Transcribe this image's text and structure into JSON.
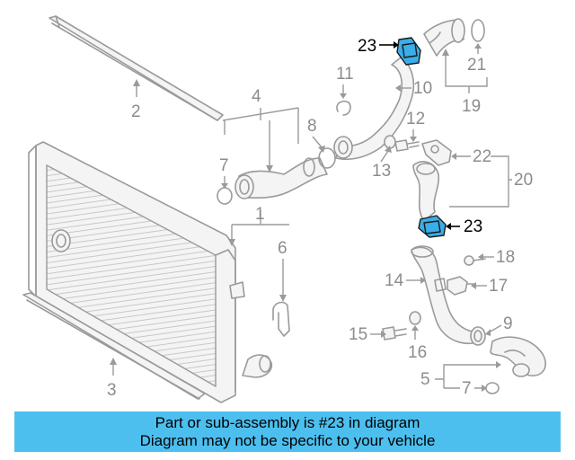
{
  "callouts": {
    "c1": "1",
    "c2": "2",
    "c3": "3",
    "c4": "4",
    "c5": "5",
    "c6": "6",
    "c7a": "7",
    "c7b": "7",
    "c8": "8",
    "c9": "9",
    "c10": "10",
    "c11": "11",
    "c12": "12",
    "c13": "13",
    "c14": "14",
    "c15": "15",
    "c16": "16",
    "c17": "17",
    "c18": "18",
    "c19": "19",
    "c20": "20",
    "c21": "21",
    "c22": "22",
    "c23a": "23",
    "c23b": "23"
  },
  "banner": {
    "line1": "Part or sub-assembly is #23 in diagram",
    "line2": "Diagram may not be specific to your vehicle",
    "color": "#4dbfef"
  },
  "highlight_color": "#3aaee8"
}
